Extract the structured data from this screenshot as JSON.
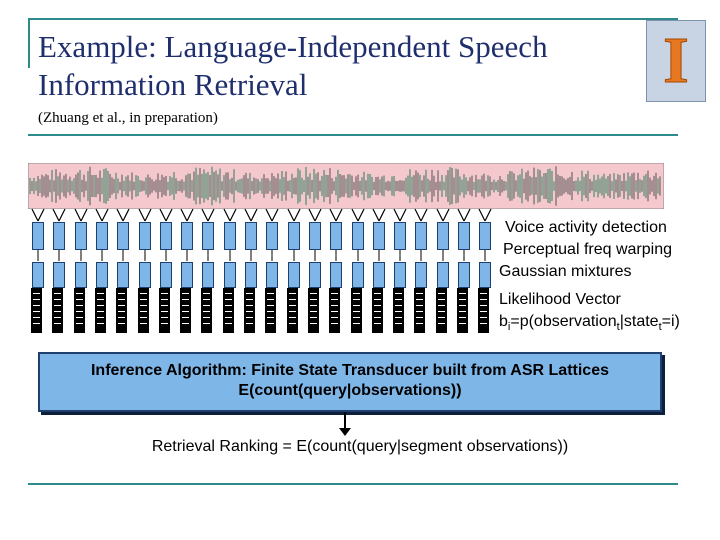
{
  "slide": {
    "title_line1": "Example: Language-Independent Speech",
    "title_line2": "Information Retrieval",
    "subtitle": "(Zhuang et al., in preparation)",
    "logo_letter": "I"
  },
  "colors": {
    "title": "#1f2f6e",
    "accent_line": "#2e8b8b",
    "box_fill": "#7fb6e8",
    "box_border": "#1f3f6e",
    "logo_orange": "#e87722",
    "logo_bg": "#c8d4e3"
  },
  "pipeline_labels": {
    "vad": "Voice activity detection",
    "freq": "Perceptual freq warping",
    "gauss": "Gaussian mixtures",
    "lik": "Likelihood Vector",
    "b_var": "b",
    "b_sub": "i",
    "p_open": "=p(observation",
    "obs_sub": "t",
    "state_mid": "|state",
    "state_sub": "t",
    "end": "=i)"
  },
  "inference": {
    "line1": "Inference Algorithm: Finite State Transducer built from ASR Lattices",
    "line2": "E(count(query|observations))"
  },
  "ranking": "Retrieval Ranking = E(count(query|segment observations))"
}
